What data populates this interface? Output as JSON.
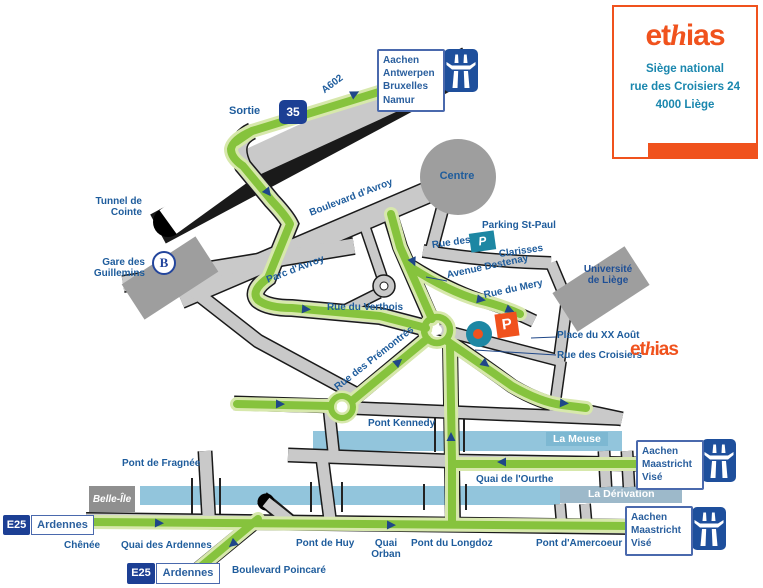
{
  "colors": {
    "brand_orange": "#f0521d",
    "teal": "#1d87a3",
    "route_green": "#86c33d",
    "route_casing": "#d7e8ac",
    "road_gray": "#c9c9c9",
    "river_blue": "#92c5dc",
    "derivation_blue": "#9db9ca",
    "label_blue": "#1e5c9c",
    "sign_blue": "#1c3f94",
    "arrow_blue": "#1f4788"
  },
  "logo_card": {
    "brand_pre": "et",
    "brand_h": "h",
    "brand_post": "ias",
    "address_lines": [
      "Siège national",
      "rue des Croisiers 24",
      "4000 Liège"
    ]
  },
  "signs": {
    "exit": {
      "label": "Sortie",
      "number": "35"
    },
    "motorway_top": {
      "destinations": [
        "Aachen",
        "Antwerpen",
        "Bruxelles",
        "Namur"
      ]
    },
    "motorway_right": {
      "destinations": [
        "Aachen",
        "Maastricht",
        "Visé"
      ]
    },
    "motorway_bottom": {
      "destinations": [
        "Aachen",
        "Maastricht",
        "Visé"
      ]
    },
    "e25_left": {
      "road": "E25",
      "destination": "Ardennes"
    },
    "e25_bottom": {
      "road": "E25",
      "destination": "Ardennes"
    }
  },
  "markers": {
    "parking_letter": "P",
    "station_letter": "B"
  },
  "labels": {
    "a602": "A602",
    "tunnel": [
      "Tunnel de",
      "Cointe"
    ],
    "gare": [
      "Gare des",
      "Guillemins"
    ],
    "boulevard_avroy": "Boulevard d'Avroy",
    "parc_avroy": "Parc d'Avroy",
    "vertbois": "Rue du Vertbois",
    "centre": "Centre",
    "parking_stpaul": "Parking St-Paul",
    "rue_des": "Rue des",
    "clarisses": "Clarisses",
    "universite": [
      "Université",
      "de Liège"
    ],
    "destenay": "Avenue Destenay",
    "mery": "Rue du Mery",
    "place_xx": "Place du XX Août",
    "croisiers": "Rue des Croisiers",
    "ethias_small_pre": "et",
    "ethias_small_h": "h",
    "ethias_small_post": "ias",
    "premontres": "Rue des Prémontrés",
    "kennedy": "Pont Kennedy",
    "meuse": "La Meuse",
    "fragnee": "Pont de Fragnée",
    "belle_ile": "Belle-Île",
    "ourthe": "Quai de l'Ourthe",
    "derivation": "La Dérivation",
    "chenee": "Chênée",
    "quai_ardennes": "Quai des Ardennes",
    "huy": "Pont de Huy",
    "orban": [
      "Quai",
      "Orban"
    ],
    "longdoz": "Pont du Longdoz",
    "amercoeur": "Pont d'Amercoeur",
    "poincare": "Boulevard Poincaré"
  }
}
